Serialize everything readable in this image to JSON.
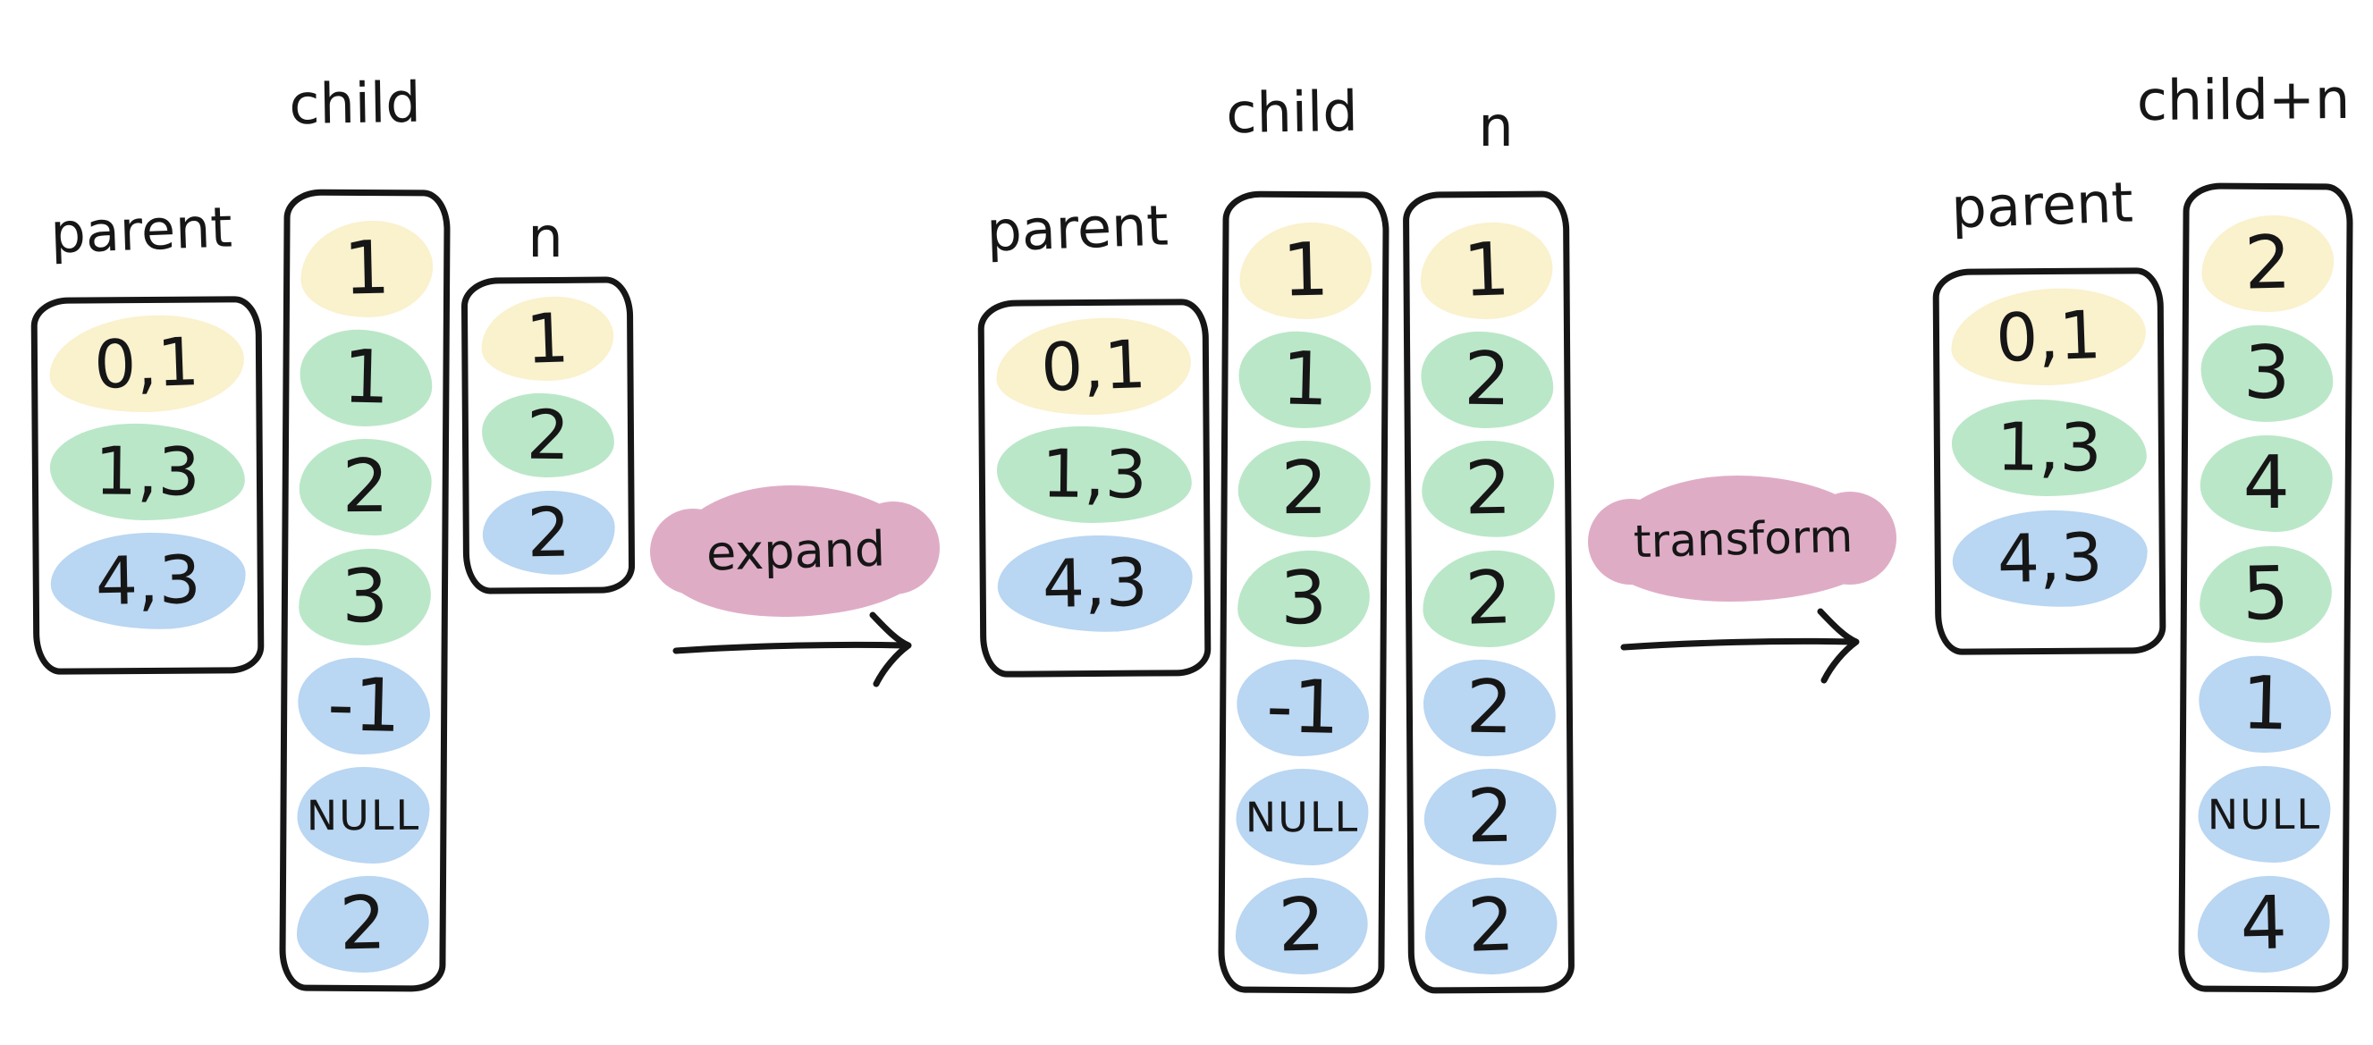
{
  "colors": {
    "yellow": "#FAF1CD",
    "green": "#BAE7C8",
    "blue": "#B9D6F2",
    "pink": "#DFACC6",
    "ink": "#161616",
    "paper": "#FFFFFF"
  },
  "steps": [
    {
      "label": "expand"
    },
    {
      "label": "transform"
    }
  ],
  "groups": [
    {
      "name": "input-table",
      "columns": [
        {
          "key": "parent",
          "label": "parent",
          "cells": [
            {
              "text": "0,1",
              "color": "yellow"
            },
            {
              "text": "1,3",
              "color": "green"
            },
            {
              "text": "4,3",
              "color": "blue"
            }
          ]
        },
        {
          "key": "child",
          "label": "child",
          "cells": [
            {
              "text": "1",
              "color": "yellow"
            },
            {
              "text": "1",
              "color": "green"
            },
            {
              "text": "2",
              "color": "green"
            },
            {
              "text": "3",
              "color": "green"
            },
            {
              "text": "-1",
              "color": "blue"
            },
            {
              "text": "NULL",
              "color": "blue"
            },
            {
              "text": "2",
              "color": "blue"
            }
          ]
        },
        {
          "key": "n3",
          "label": "n",
          "cells": [
            {
              "text": "1",
              "color": "yellow"
            },
            {
              "text": "2",
              "color": "green"
            },
            {
              "text": "2",
              "color": "blue"
            }
          ]
        }
      ]
    },
    {
      "name": "expanded-table",
      "columns": [
        {
          "key": "parent",
          "label": "parent",
          "cells": [
            {
              "text": "0,1",
              "color": "yellow"
            },
            {
              "text": "1,3",
              "color": "green"
            },
            {
              "text": "4,3",
              "color": "blue"
            }
          ]
        },
        {
          "key": "child",
          "label": "child",
          "cells": [
            {
              "text": "1",
              "color": "yellow"
            },
            {
              "text": "1",
              "color": "green"
            },
            {
              "text": "2",
              "color": "green"
            },
            {
              "text": "3",
              "color": "green"
            },
            {
              "text": "-1",
              "color": "blue"
            },
            {
              "text": "NULL",
              "color": "blue"
            },
            {
              "text": "2",
              "color": "blue"
            }
          ]
        },
        {
          "key": "n7",
          "label": "n",
          "cells": [
            {
              "text": "1",
              "color": "yellow"
            },
            {
              "text": "2",
              "color": "green"
            },
            {
              "text": "2",
              "color": "green"
            },
            {
              "text": "2",
              "color": "green"
            },
            {
              "text": "2",
              "color": "blue"
            },
            {
              "text": "2",
              "color": "blue"
            },
            {
              "text": "2",
              "color": "blue"
            }
          ]
        }
      ]
    },
    {
      "name": "transformed-table",
      "columns": [
        {
          "key": "parent",
          "label": "parent",
          "cells": [
            {
              "text": "0,1",
              "color": "yellow"
            },
            {
              "text": "1,3",
              "color": "green"
            },
            {
              "text": "4,3",
              "color": "blue"
            }
          ]
        },
        {
          "key": "childn",
          "label": "child+n",
          "cells": [
            {
              "text": "2",
              "color": "yellow"
            },
            {
              "text": "3",
              "color": "green"
            },
            {
              "text": "4",
              "color": "green"
            },
            {
              "text": "5",
              "color": "green"
            },
            {
              "text": "1",
              "color": "blue"
            },
            {
              "text": "NULL",
              "color": "blue"
            },
            {
              "text": "4",
              "color": "blue"
            }
          ]
        }
      ]
    }
  ]
}
